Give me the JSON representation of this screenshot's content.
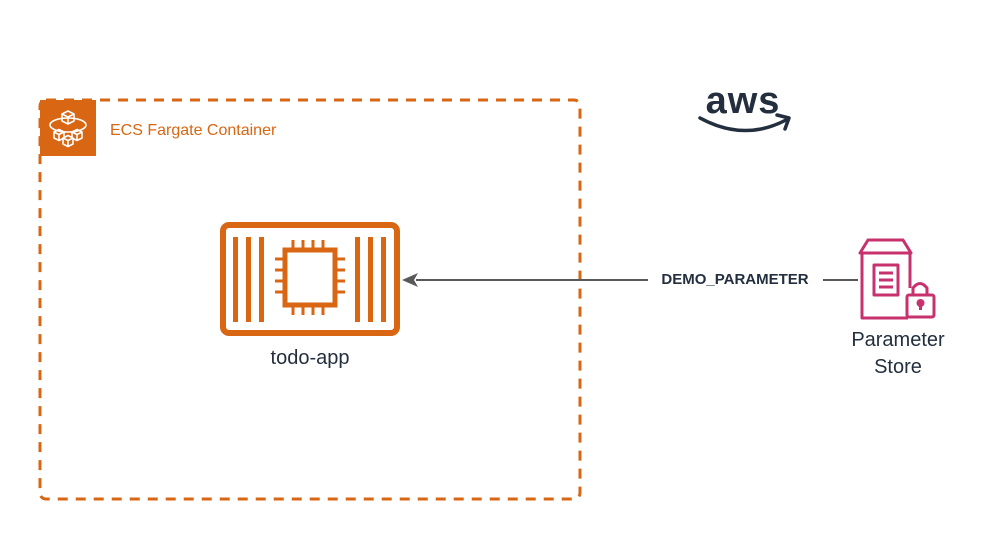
{
  "colors": {
    "container_orange": "#D86613",
    "container_label": "#D86613",
    "parameter_store_pink": "#C7316E",
    "arrow_gray": "#595959",
    "text_dark": "#232F3E",
    "aws_smile_dark": "#232F3E"
  },
  "container": {
    "label": "ECS Fargate Container",
    "icon": "ecs-fargate-icon"
  },
  "app": {
    "label": "todo-app",
    "icon": "container-chip-icon"
  },
  "connection": {
    "label": "DEMO_PARAMETER",
    "direction": "parameter-store-to-todo-app"
  },
  "parameter_store": {
    "label_line1": "Parameter",
    "label_line2": "Store",
    "icon": "parameter-store-icon"
  },
  "aws_logo": {
    "text": "aws",
    "icon": "aws-smile-logo"
  }
}
